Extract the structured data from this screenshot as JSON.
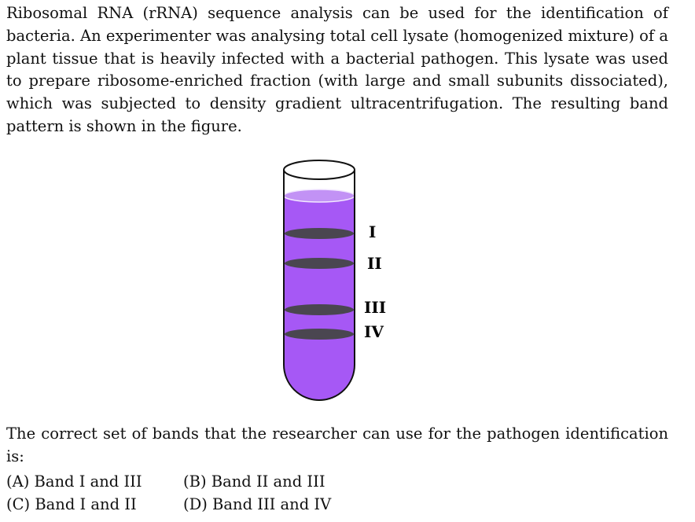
{
  "intro_text": "Ribosomal RNA (rRNA) sequence analysis can be used for the identification of bacteria. An experimenter was analysing total cell lysate (homogenized mixture) of a plant tissue that is heavily infected with a bacterial pathogen. This lysate was used to prepare ribosome-enriched fraction (with large and small subunits dissociated), which was subjected to density gradient ultracentrifugation. The resulting band pattern is shown in the figure.",
  "figure": {
    "band_labels": [
      "I",
      "II",
      "III",
      "IV"
    ],
    "colors": {
      "liquid": "#a658f5",
      "liquid_top": "#c292f5",
      "band": "#4a4650",
      "tube_outline": "#111111"
    }
  },
  "question_text": "The correct set of bands that the researcher can use for the pathogen identification is:",
  "options": [
    {
      "label": "(A) Band I and III"
    },
    {
      "label": "(B) Band II and III"
    },
    {
      "label": "(C) Band I and II"
    },
    {
      "label": "(D) Band III and IV"
    }
  ]
}
